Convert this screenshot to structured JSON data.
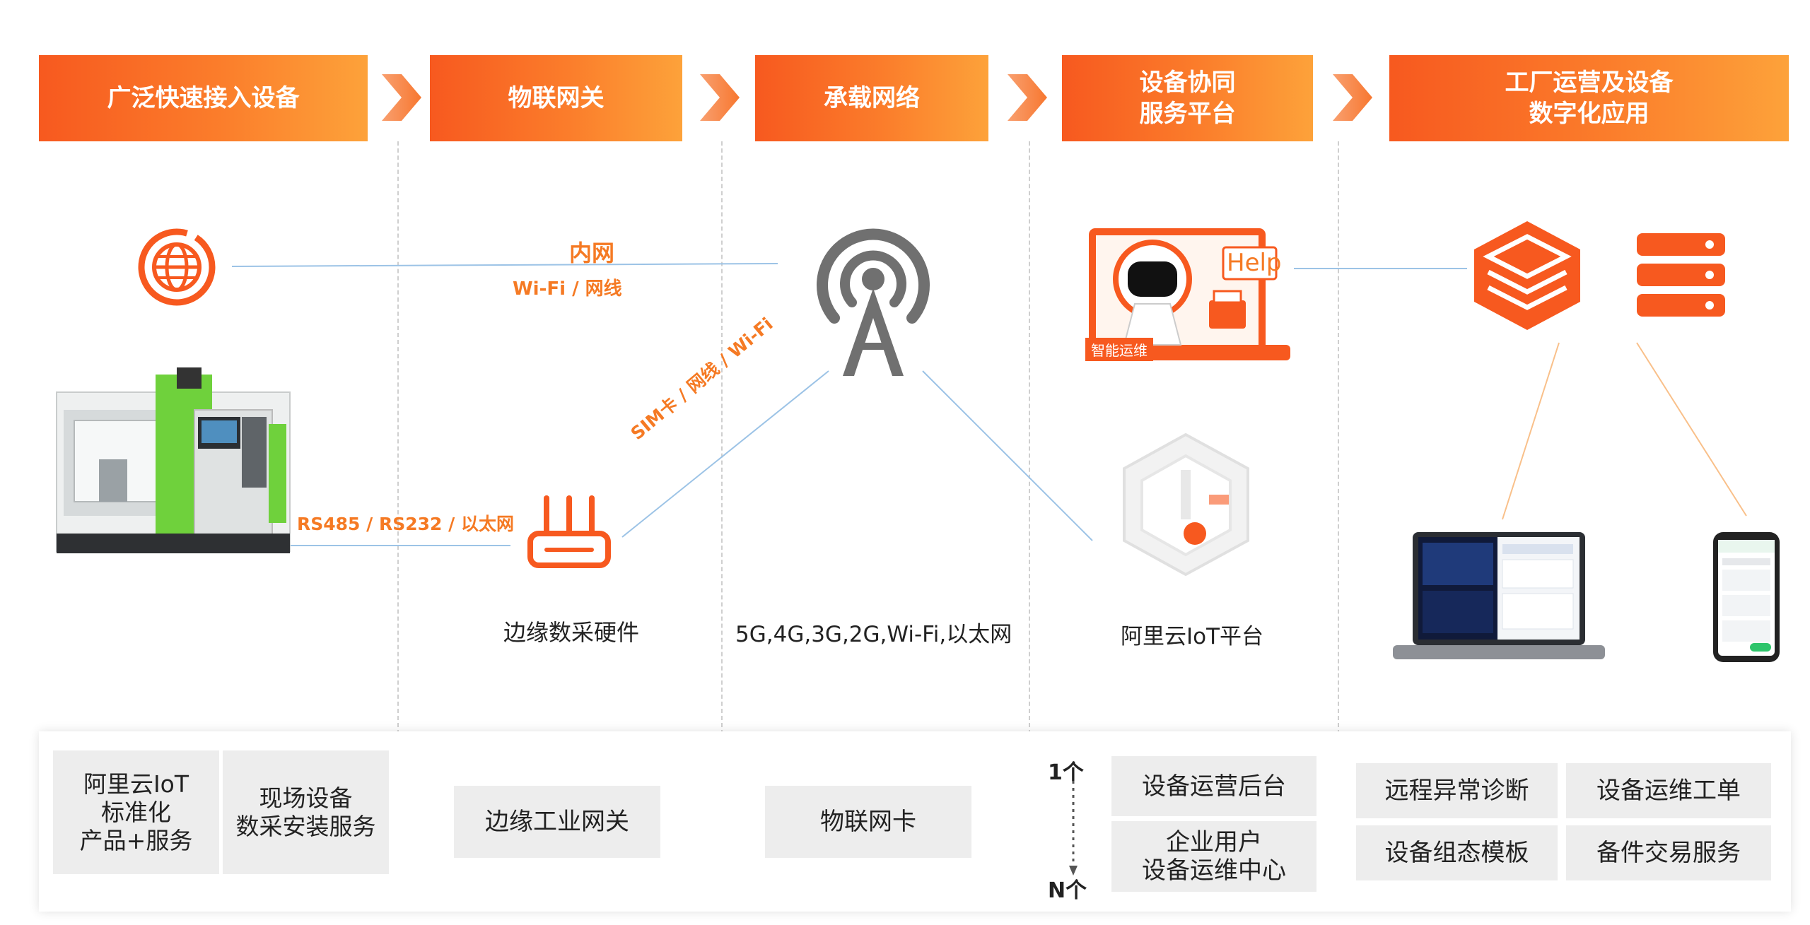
{
  "header": {
    "stages": [
      {
        "label": "广泛快速接入设备"
      },
      {
        "label": "物联网关"
      },
      {
        "label": "承载网络"
      },
      {
        "label": "设备协同\n服务平台"
      },
      {
        "label": "工厂运营及设备\n数字化应用"
      }
    ]
  },
  "diagram": {
    "intranet_label": "内网",
    "intranet_sub": "Wi-Fi / 网线",
    "serial_label": "RS485 / RS232 / 以太网",
    "uplink_label": "SIM卡 / 网线 / Wi-Fi",
    "edge_hardware_label": "边缘数采硬件",
    "network_types_label": "5G,4G,3G,2G,Wi-Fi,以太网",
    "iot_platform_label": "阿里云IoT平台",
    "help_text": "Help",
    "ops_badge": "智能运维"
  },
  "bottom": {
    "col1": [
      "阿里云IoT\n标准化\n产品+服务",
      "现场设备\n数采安装服务"
    ],
    "col2": "边缘工业网关",
    "col3": "物联网卡",
    "col4": {
      "top_marker": "1个",
      "bottom_marker": "N个",
      "items": [
        "设备运营后台",
        "企业用户\n设备运维中心"
      ]
    },
    "col5": [
      "远程异常诊断",
      "设备运维工单",
      "设备组态模板",
      "备件交易服务"
    ]
  },
  "colors": {
    "accent": "#f7591f",
    "accent_light": "#fda23a",
    "line_blue": "#9cc3e6",
    "line_orange": "#f9c08a",
    "icon_gray": "#707070"
  }
}
